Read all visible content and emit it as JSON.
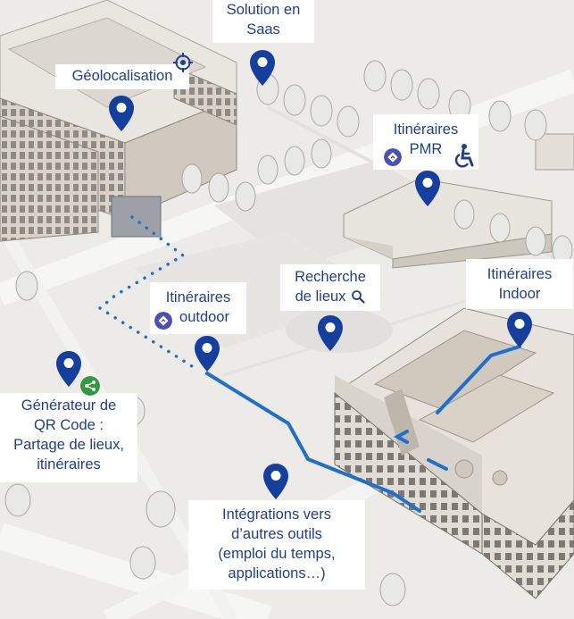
{
  "labels": {
    "saas": [
      "Solution en",
      "Saas"
    ],
    "geoloc": [
      "Géolocalisation"
    ],
    "pmr": [
      "Itinéraires",
      "PMR"
    ],
    "recherche": [
      "Recherche",
      "de lieux"
    ],
    "indoor": [
      "Itinéraires",
      "Indoor"
    ],
    "outdoor": [
      "Itinéraires",
      "outdoor"
    ],
    "qr": [
      "Générateur de",
      "QR Code :",
      "Partage de lieux,",
      "itinéraires"
    ],
    "integrations": [
      "Intégrations vers",
      "d’autres outils",
      "(emploi du temps,",
      "applications…)"
    ]
  },
  "icons": {
    "pin": "map-pin-icon",
    "geoloc": "crosshair-target-icon",
    "pmr": "wheelchair-icon",
    "route": "route-diamond-icon",
    "search": "magnifier-icon",
    "share": "share-icon"
  },
  "colors": {
    "pin": "#143f9e",
    "route": "#1d6fd1",
    "label_text": "#1f3f8f",
    "share_badge": "#2e9b3f",
    "route_badge": "#4b4fb8"
  }
}
